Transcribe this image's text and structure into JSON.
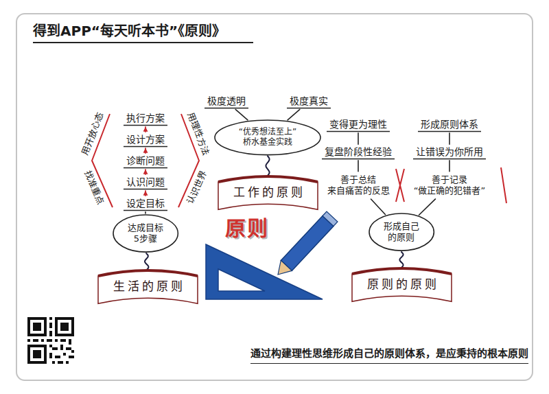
{
  "diagram": {
    "title": "得到APP“每天听本书”《原则》",
    "caption": "通过构建理性思维形成自己的原则体系，是应秉持的根本原则",
    "nodes": [
      {
        "text": [
          "生活的原则"
        ]
      },
      {
        "text": [
          "达成目标 5步骤"
        ]
      },
      {
        "text": [
          "设定目标"
        ]
      },
      {
        "text": [
          "认识问题"
        ]
      },
      {
        "text": [
          "诊断问题"
        ]
      },
      {
        "text": [
          "设计方案"
        ]
      },
      {
        "text": [
          "执行方案"
        ]
      },
      {
        "text": [
          "工作的原则"
        ]
      },
      {
        "text": [
          "“优秀想法至上” 桥水基金实践"
        ]
      },
      {
        "text": [
          "极度透明"
        ]
      },
      {
        "text": [
          "极度真实"
        ]
      },
      {
        "text": [
          "原则的原则"
        ]
      },
      {
        "text": [
          "形成自己 的原则"
        ]
      },
      {
        "text": [
          "善于总结 来自痛苦的反思"
        ]
      },
      {
        "text": [
          "善于记录 “做正确的犯错者”"
        ]
      },
      {
        "text": [
          "复盘阶段性经验"
        ]
      },
      {
        "text": [
          "让错误为你所用"
        ]
      },
      {
        "text": [
          "变得更为理性"
        ]
      },
      {
        "text": [
          "形成原则体系"
        ]
      }
    ],
    "edges": [
      {
        "from": 0,
        "to": 1,
        "arrow": "none"
      },
      {
        "from": 1,
        "to": 2,
        "arrow": "none"
      },
      {
        "from": 2,
        "to": 3,
        "arrow": "to"
      },
      {
        "from": 3,
        "to": 4,
        "arrow": "to"
      },
      {
        "from": 4,
        "to": 5,
        "arrow": "to"
      },
      {
        "from": 5,
        "to": 6,
        "arrow": "to"
      },
      {
        "from": 7,
        "to": 8,
        "arrow": "none"
      },
      {
        "from": 8,
        "to": 9,
        "arrow": "none"
      },
      {
        "from": 8,
        "to": 10,
        "arrow": "none"
      },
      {
        "from": 11,
        "to": 12,
        "arrow": "none"
      },
      {
        "from": 12,
        "to": 13,
        "arrow": "none"
      },
      {
        "from": 12,
        "to": 14,
        "arrow": "none"
      },
      {
        "from": 13,
        "to": 15,
        "arrow": "none"
      },
      {
        "from": 15,
        "to": 17,
        "arrow": "none"
      },
      {
        "from": 14,
        "to": 16,
        "arrow": "none"
      },
      {
        "from": 16,
        "to": 18,
        "arrow": "none"
      }
    ],
    "labels": [
      "原则",
      "用开放心态",
      "找准重点",
      "用理性方法",
      "认识世界"
    ]
  }
}
